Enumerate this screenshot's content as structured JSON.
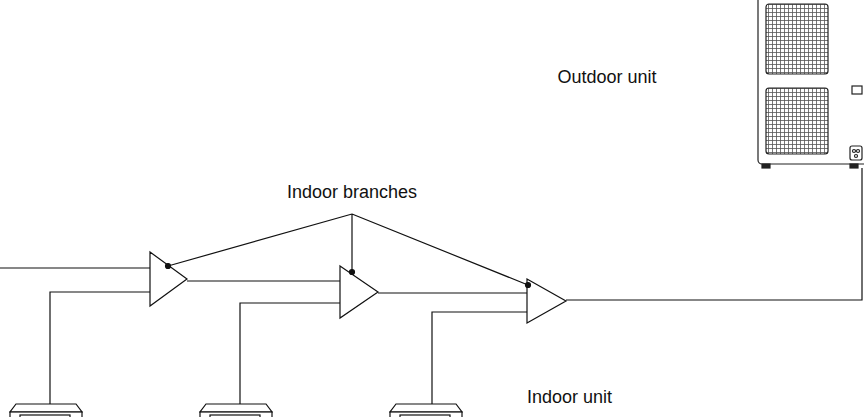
{
  "diagram": {
    "labels": [
      "Outdoor unit",
      "Indoor branches",
      "Indoor unit"
    ]
  }
}
